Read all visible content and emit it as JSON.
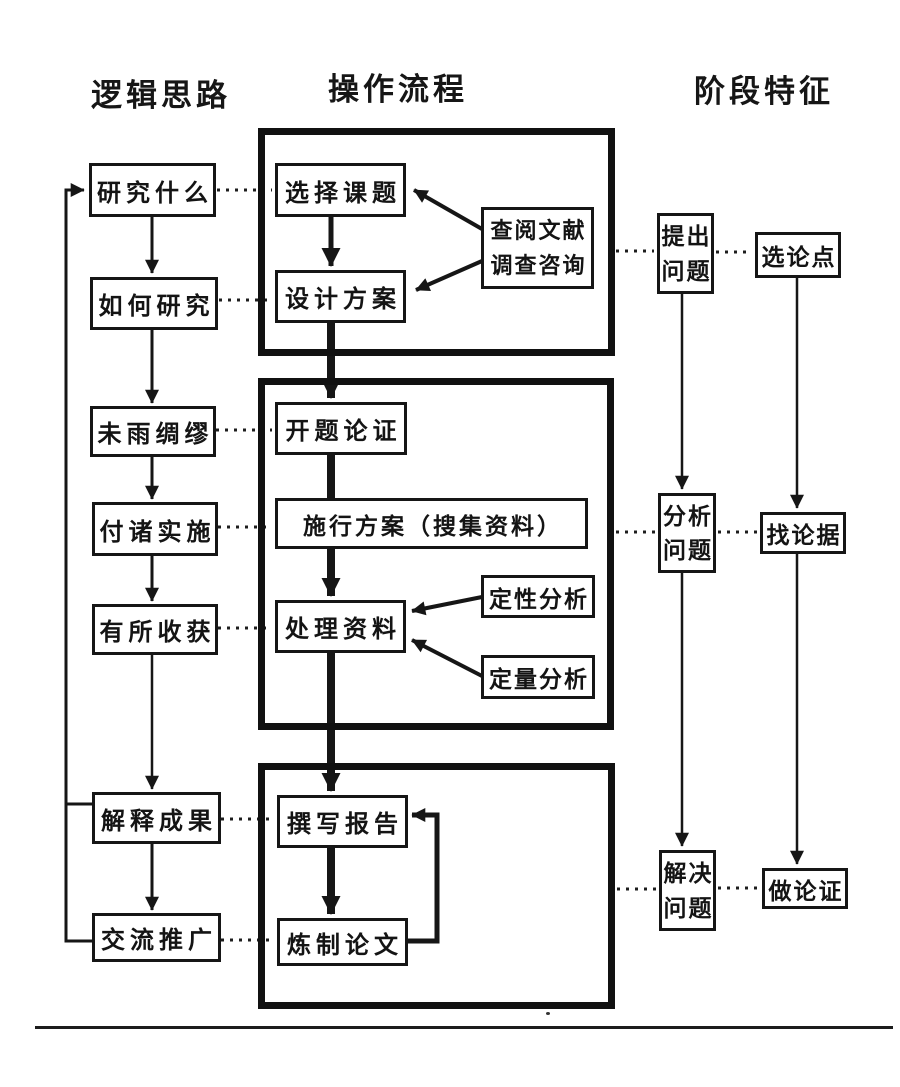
{
  "headers": {
    "logic": "逻辑思路",
    "process": "操作流程",
    "stage": "阶段特征"
  },
  "logic_column": [
    "研究什么",
    "如何研究",
    "未雨绸缪",
    "付诸实施",
    "有所收获",
    "解释成果",
    "交流推广"
  ],
  "process_column": {
    "select_topic": "选择课题",
    "design_plan": "设计方案",
    "literature": {
      "line1": "查阅文献",
      "line2": "调查咨询"
    },
    "proposal_defense": "开题论证",
    "implement_plan": "施行方案（搜集资料）",
    "process_data": "处理资料",
    "qualitative_analysis": "定性分析",
    "quantitative_analysis": "定量分析",
    "write_report": "撰写报告",
    "refine_paper": "炼制论文"
  },
  "stage_column": {
    "raise_question": {
      "line1": "提出",
      "line2": "问题"
    },
    "analyze_question": {
      "line1": "分析",
      "line2": "问题"
    },
    "solve_question": {
      "line1": "解决",
      "line2": "问题"
    },
    "choose_point": "选论点",
    "find_evidence": "找论据",
    "make_argument": "做论证"
  },
  "colors": {
    "ink": "#1a1a1a",
    "background": "#ffffff"
  }
}
